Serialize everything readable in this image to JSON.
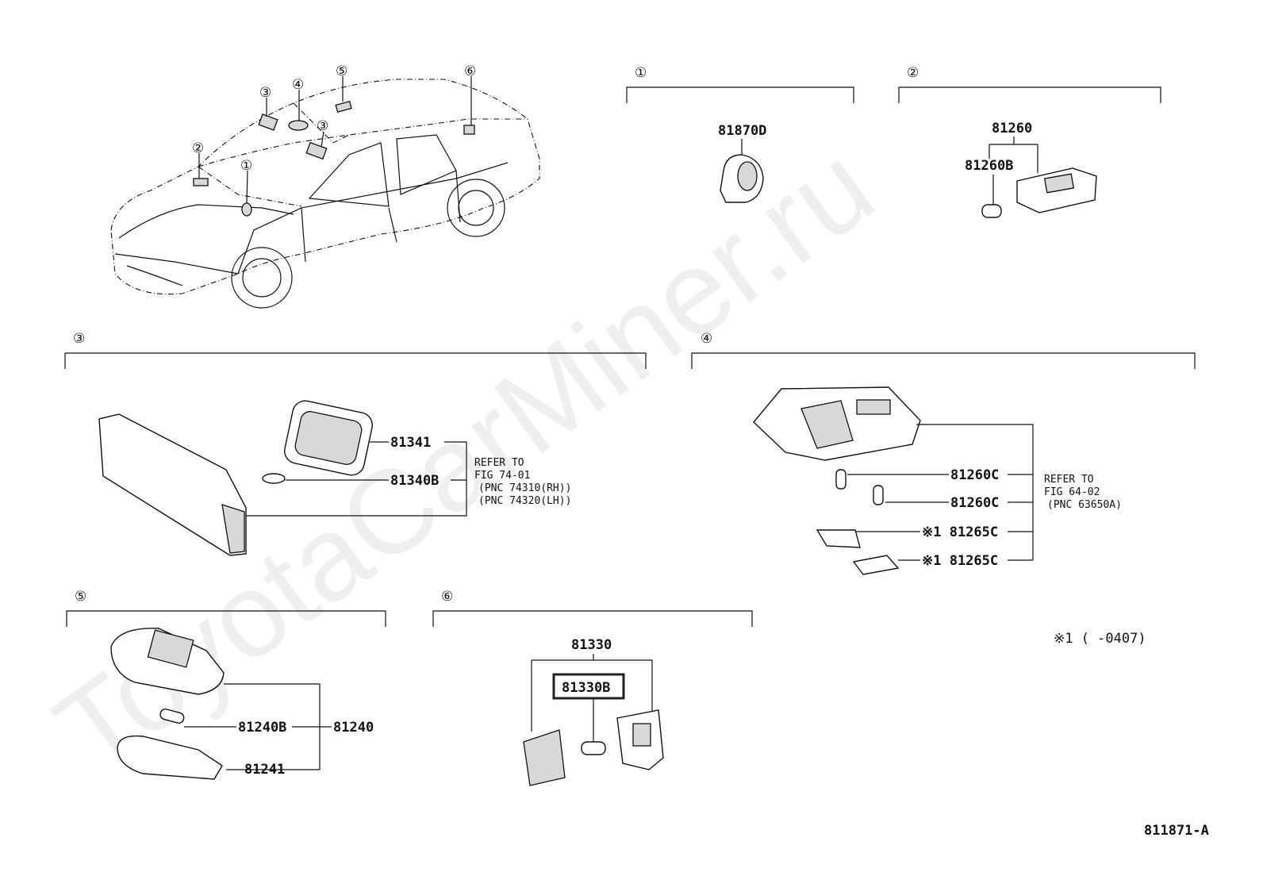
{
  "watermark": "ToyotaCarMiner.ru",
  "car": {
    "callouts": [
      "③",
      "④",
      "⑤",
      "⑥",
      "②",
      "③",
      "①"
    ]
  },
  "sections": {
    "s1": {
      "label": "①",
      "parts": [
        "81870D"
      ]
    },
    "s2": {
      "label": "②",
      "parts": [
        "81260",
        "81260B"
      ]
    },
    "s3": {
      "label": "③",
      "parts": [
        "81341",
        "81340B"
      ],
      "refer": [
        "REFER TO",
        "FIG 74-01",
        "(PNC 74310(RH))",
        "(PNC 74320(LH))"
      ]
    },
    "s4": {
      "label": "④",
      "parts": [
        "81260C",
        "81260C",
        "※1 81265C",
        "※1 81265C"
      ],
      "refer": [
        "REFER TO",
        "FIG 64-02",
        "(PNC 63650A)"
      ]
    },
    "s5": {
      "label": "⑤",
      "parts": [
        "81240B",
        "81240",
        "81241"
      ]
    },
    "s6": {
      "label": "⑥",
      "parts": [
        "81330",
        "81330B"
      ]
    }
  },
  "footnote": "※1 (      -0407)",
  "figure_id": "811871-A",
  "highlight_color": "#222222"
}
